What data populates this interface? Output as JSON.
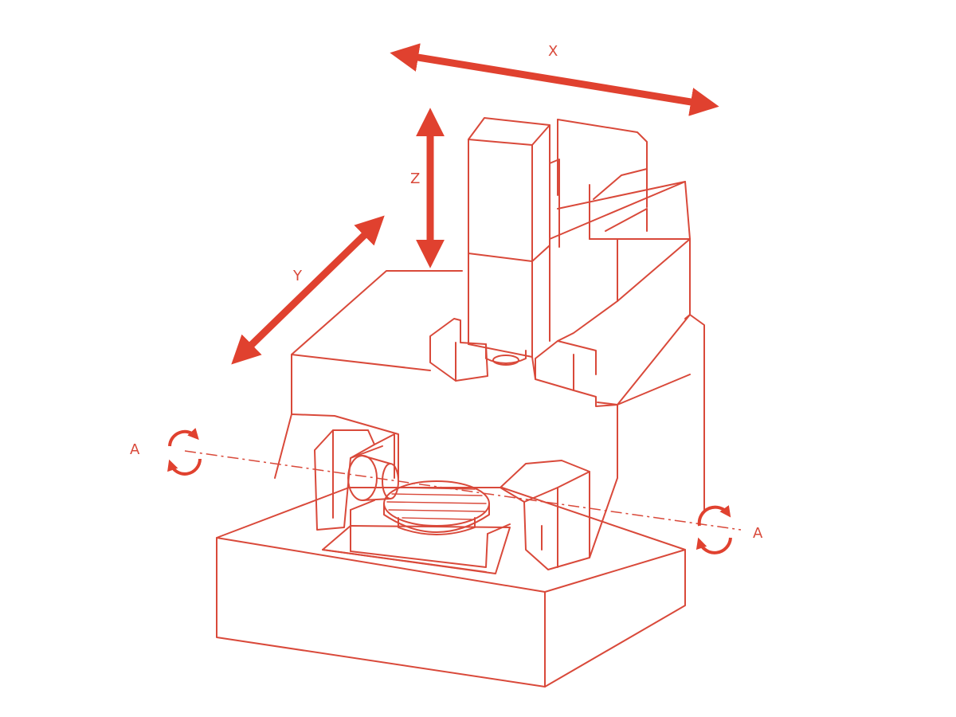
{
  "colors": {
    "line": "#d9493a",
    "arrow": "#e0412f",
    "background": "#ffffff"
  },
  "labels": {
    "x_axis": "X",
    "y_axis": "Y",
    "z_axis": "Z",
    "a_axis_left": "A",
    "a_axis_right": "A"
  }
}
